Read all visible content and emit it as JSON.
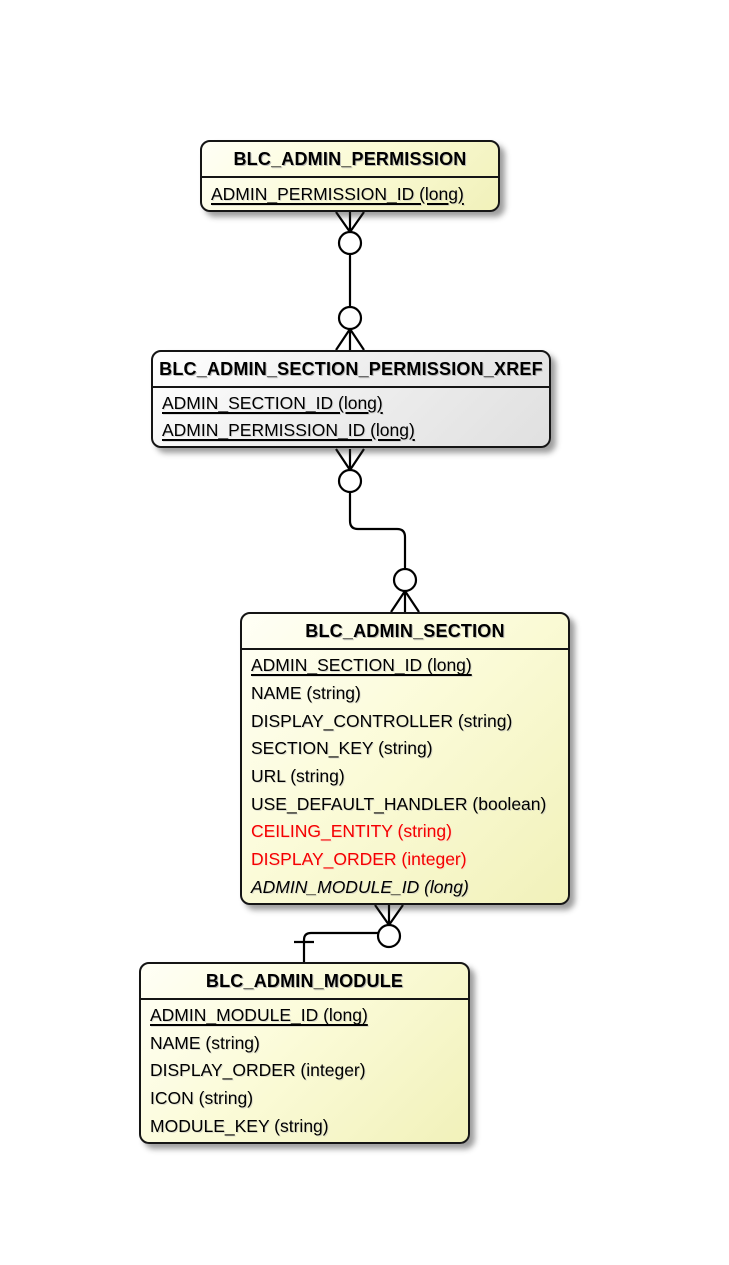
{
  "diagram": {
    "type": "entity-relationship",
    "colors": {
      "entity_fill_yellow": "#FBFBD8",
      "entity_fill_gray": "#ECECEC",
      "entity_border": "#151515",
      "line": "#000000",
      "text": "#000000",
      "highlight_red": "#F40000",
      "background": "#FFFFFF"
    },
    "entities": [
      {
        "name": "BLC_ADMIN_PERMISSION",
        "fill": "yellow",
        "fields": [
          {
            "label": "ADMIN_PERMISSION_ID (long)",
            "style": "underlined"
          }
        ]
      },
      {
        "name": "BLC_ADMIN_SECTION_PERMISSION_XREF",
        "fill": "gray",
        "fields": [
          {
            "label": "ADMIN_SECTION_ID (long)",
            "style": "underlined"
          },
          {
            "label": "ADMIN_PERMISSION_ID (long)",
            "style": "underlined"
          }
        ]
      },
      {
        "name": "BLC_ADMIN_SECTION",
        "fill": "yellow",
        "fields": [
          {
            "label": "ADMIN_SECTION_ID (long)",
            "style": "underlined"
          },
          {
            "label": "NAME (string)",
            "style": "normal"
          },
          {
            "label": "DISPLAY_CONTROLLER (string)",
            "style": "normal"
          },
          {
            "label": "SECTION_KEY (string)",
            "style": "normal"
          },
          {
            "label": "URL (string)",
            "style": "normal"
          },
          {
            "label": "USE_DEFAULT_HANDLER (boolean)",
            "style": "normal"
          },
          {
            "label": "CEILING_ENTITY (string)",
            "style": "red"
          },
          {
            "label": "DISPLAY_ORDER (integer)",
            "style": "red"
          },
          {
            "label": "ADMIN_MODULE_ID (long)",
            "style": "italic"
          }
        ]
      },
      {
        "name": "BLC_ADMIN_MODULE",
        "fill": "yellow",
        "fields": [
          {
            "label": "ADMIN_MODULE_ID (long)",
            "style": "underlined"
          },
          {
            "label": "NAME (string)",
            "style": "normal"
          },
          {
            "label": "DISPLAY_ORDER (integer)",
            "style": "normal"
          },
          {
            "label": "ICON (string)",
            "style": "normal"
          },
          {
            "label": "MODULE_KEY (string)",
            "style": "normal"
          }
        ]
      }
    ],
    "relationships": [
      {
        "from": "BLC_ADMIN_PERMISSION",
        "to": "BLC_ADMIN_SECTION_PERMISSION_XREF",
        "from_end": "zero-or-many",
        "to_end": "zero-or-many"
      },
      {
        "from": "BLC_ADMIN_SECTION_PERMISSION_XREF",
        "to": "BLC_ADMIN_SECTION",
        "from_end": "zero-or-many",
        "to_end": "zero-or-many"
      },
      {
        "from": "BLC_ADMIN_SECTION",
        "to": "BLC_ADMIN_MODULE",
        "from_end": "zero-or-many",
        "to_end": "exactly-one"
      }
    ]
  }
}
